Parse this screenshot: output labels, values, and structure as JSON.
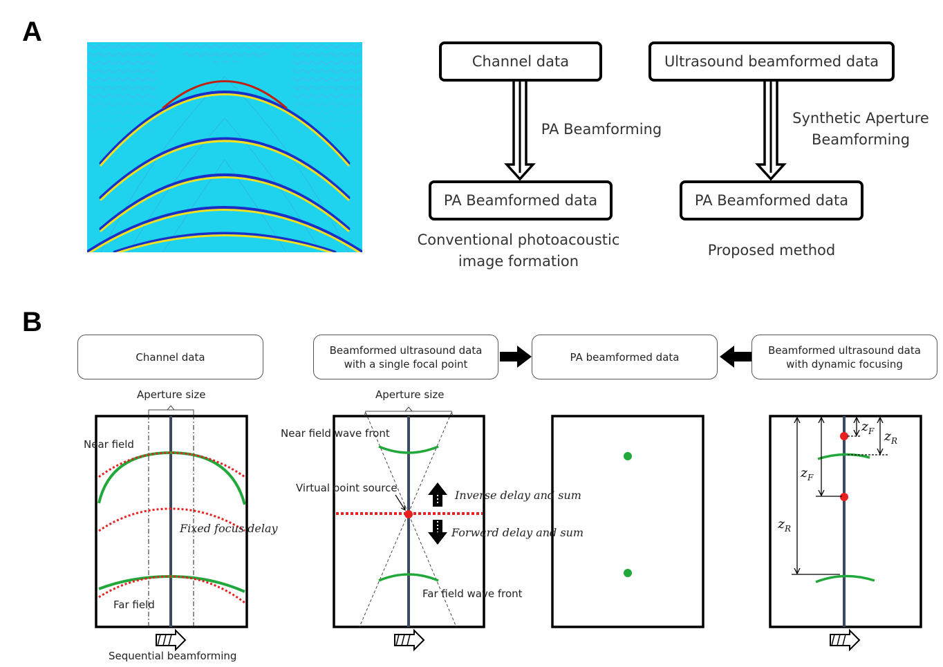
{
  "panel_a": {
    "letter": "A",
    "flow_left": {
      "top_box": "Channel data",
      "arrow_label": "PA Beamforming",
      "bottom_box": "PA Beamformed data",
      "caption_line1": "Conventional photoacoustic",
      "caption_line2": "image formation"
    },
    "flow_right": {
      "top_box": "Ultrasound beamformed data",
      "arrow_label_line1": "Synthetic Aperture",
      "arrow_label_line2": "Beamforming",
      "bottom_box": "PA Beamformed data",
      "caption": "Proposed method"
    }
  },
  "panel_b": {
    "letter": "B",
    "boxes": {
      "channel": "Channel data",
      "single_focal_line1": "Beamformed ultrasound data",
      "single_focal_line2": "with a single focal point",
      "pa_beamformed": "PA beamformed data",
      "dynamic_line1": "Beamformed ultrasound data",
      "dynamic_line2": "with dynamic focusing"
    },
    "diagram1": {
      "aperture_size": "Aperture size",
      "near_field": "Near field",
      "fixed_focus_delay": "Fixed focus delay",
      "far_field": "Far field",
      "sequential_beamforming": "Sequential beamforming"
    },
    "diagram2": {
      "aperture_size": "Aperture size",
      "near_field_wave_front": "Near field wave front",
      "virtual_point_source": "Virtual point source",
      "inverse_delay_and_sum": "Inverse delay and sum",
      "forward_delay_and_sum": "Forward delay and sum",
      "far_field_wave_front": "Far field wave front"
    },
    "diagram4": {
      "z_letter": "z",
      "sub_f": "F",
      "sub_r": "R"
    }
  },
  "colors": {
    "wave_green": "#22a83a",
    "focus_red": "#e8201f",
    "scanline": "#3b4a63",
    "heatmap_bg": "#1fd3ee"
  }
}
